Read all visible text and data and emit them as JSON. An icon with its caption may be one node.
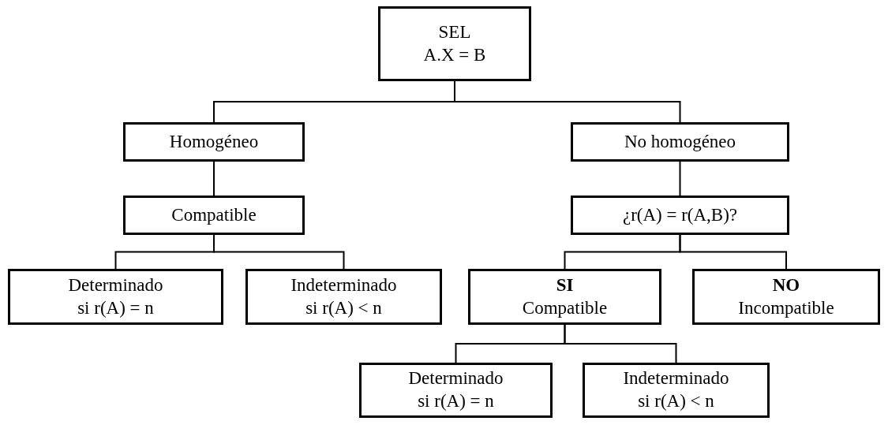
{
  "diagram": {
    "nodes": [
      {
        "text": [
          "SEL",
          "A.X = B"
        ]
      },
      {
        "text": [
          "Homogéneo"
        ]
      },
      {
        "text": [
          "No homogéneo"
        ]
      },
      {
        "text": [
          "Compatible"
        ]
      },
      {
        "text": [
          "¿r(A) = r(A,B)?"
        ]
      },
      {
        "text": [
          "Determinado",
          "si r(A) = n"
        ]
      },
      {
        "text": [
          "Indeterminado",
          "si r(A) < n"
        ]
      },
      {
        "text": [
          "SI",
          "Compatible"
        ]
      },
      {
        "text": [
          "NO",
          "Incompatible"
        ]
      },
      {
        "text": [
          "Determinado",
          "si r(A) = n"
        ]
      },
      {
        "text": [
          "Indeterminado",
          "si r(A) < n"
        ]
      }
    ],
    "edges": [
      {
        "from": 0,
        "to": 1,
        "arrow": "none"
      },
      {
        "from": 0,
        "to": 2,
        "arrow": "none"
      },
      {
        "from": 1,
        "to": 3,
        "arrow": "none"
      },
      {
        "from": 2,
        "to": 4,
        "arrow": "none"
      },
      {
        "from": 3,
        "to": 5,
        "arrow": "none"
      },
      {
        "from": 3,
        "to": 6,
        "arrow": "none"
      },
      {
        "from": 4,
        "to": 7,
        "arrow": "none"
      },
      {
        "from": 4,
        "to": 8,
        "arrow": "none"
      },
      {
        "from": 7,
        "to": 9,
        "arrow": "none"
      },
      {
        "from": 7,
        "to": 10,
        "arrow": "none"
      }
    ]
  }
}
